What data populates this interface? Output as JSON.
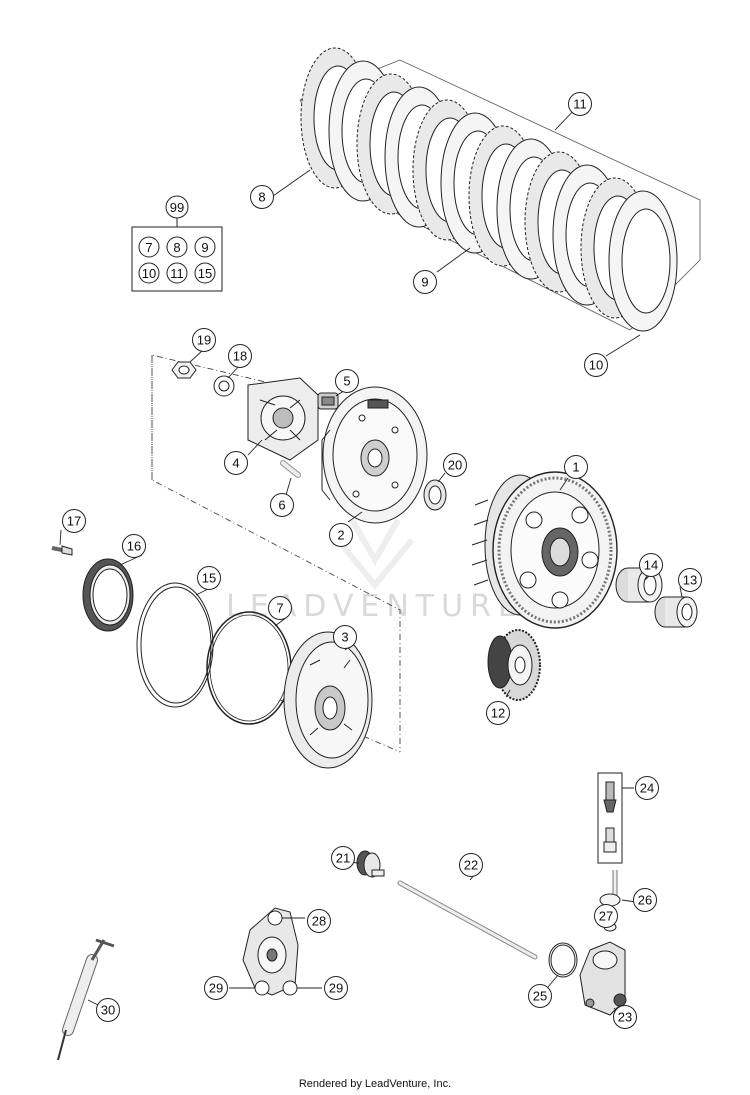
{
  "footer": {
    "credit": "Rendered by LeadVenture, Inc."
  },
  "watermark": {
    "text": "LEADVENTURE"
  },
  "kit": {
    "label": "99",
    "items": [
      "7",
      "8",
      "9",
      "10",
      "11",
      "15"
    ]
  },
  "callouts": [
    {
      "id": "c-11",
      "label": "11"
    },
    {
      "id": "c-8",
      "label": "8"
    },
    {
      "id": "c-9",
      "label": "9"
    },
    {
      "id": "c-10",
      "label": "10"
    },
    {
      "id": "c-19",
      "label": "19"
    },
    {
      "id": "c-18",
      "label": "18"
    },
    {
      "id": "c-5",
      "label": "5"
    },
    {
      "id": "c-4",
      "label": "4"
    },
    {
      "id": "c-20",
      "label": "20"
    },
    {
      "id": "c-1",
      "label": "1"
    },
    {
      "id": "c-6",
      "label": "6"
    },
    {
      "id": "c-2",
      "label": "2"
    },
    {
      "id": "c-17",
      "label": "17"
    },
    {
      "id": "c-16",
      "label": "16"
    },
    {
      "id": "c-15",
      "label": "15"
    },
    {
      "id": "c-14",
      "label": "14"
    },
    {
      "id": "c-13",
      "label": "13"
    },
    {
      "id": "c-7",
      "label": "7"
    },
    {
      "id": "c-3",
      "label": "3"
    },
    {
      "id": "c-12",
      "label": "12"
    },
    {
      "id": "c-24",
      "label": "24"
    },
    {
      "id": "c-21",
      "label": "21"
    },
    {
      "id": "c-22",
      "label": "22"
    },
    {
      "id": "c-26",
      "label": "26"
    },
    {
      "id": "c-27",
      "label": "27"
    },
    {
      "id": "c-28",
      "label": "28"
    },
    {
      "id": "c-29a",
      "label": "29"
    },
    {
      "id": "c-29b",
      "label": "29"
    },
    {
      "id": "c-25",
      "label": "25"
    },
    {
      "id": "c-23",
      "label": "23"
    },
    {
      "id": "c-30",
      "label": "30"
    }
  ],
  "colors": {
    "line": "#222222",
    "part_fill": "#f2f2f2",
    "part_shade": "#9a9a9a",
    "watermark": "#d9d9d9"
  }
}
